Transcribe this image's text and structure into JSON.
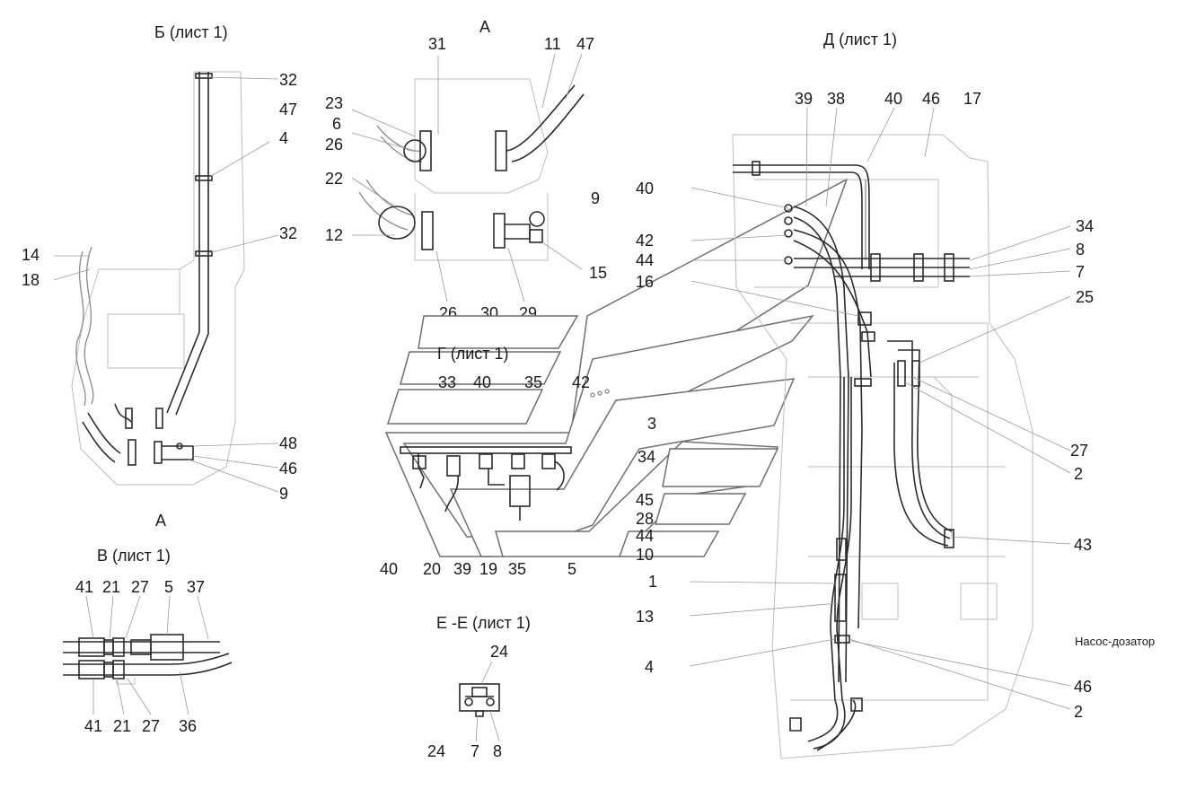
{
  "views": {
    "b": {
      "title": "Б (лист 1)",
      "bottom": "А",
      "callouts": [
        "32",
        "47",
        "4",
        "32",
        "14",
        "18",
        "48",
        "46",
        "9"
      ]
    },
    "a": {
      "title": "А",
      "callouts": [
        "31",
        "11",
        "47",
        "23",
        "6",
        "26",
        "22",
        "12",
        "9",
        "15",
        "26",
        "30",
        "29"
      ]
    },
    "g": {
      "title": "Г (лист 1)",
      "callouts": [
        "33",
        "40",
        "35",
        "42",
        "3",
        "34",
        "45",
        "28",
        "44",
        "10",
        "40",
        "20",
        "39",
        "19",
        "35",
        "5"
      ]
    },
    "v": {
      "title": "В (лист 1)",
      "top": [
        "41",
        "21",
        "27",
        "5",
        "37"
      ],
      "bottom": [
        "41",
        "21",
        "27",
        "36"
      ]
    },
    "e": {
      "title": "Е -Е (лист 1)",
      "callouts": [
        "24",
        "24",
        "7",
        "8"
      ]
    },
    "d": {
      "title": "Д (лист 1)",
      "top": [
        "39",
        "38",
        "40",
        "46",
        "17"
      ],
      "left": [
        "40",
        "42",
        "44",
        "16",
        "1",
        "13",
        "4"
      ],
      "right": [
        "34",
        "8",
        "7",
        "25",
        "27",
        "2",
        "43",
        "46",
        "2"
      ],
      "pump": "Насос-дозатор"
    }
  }
}
